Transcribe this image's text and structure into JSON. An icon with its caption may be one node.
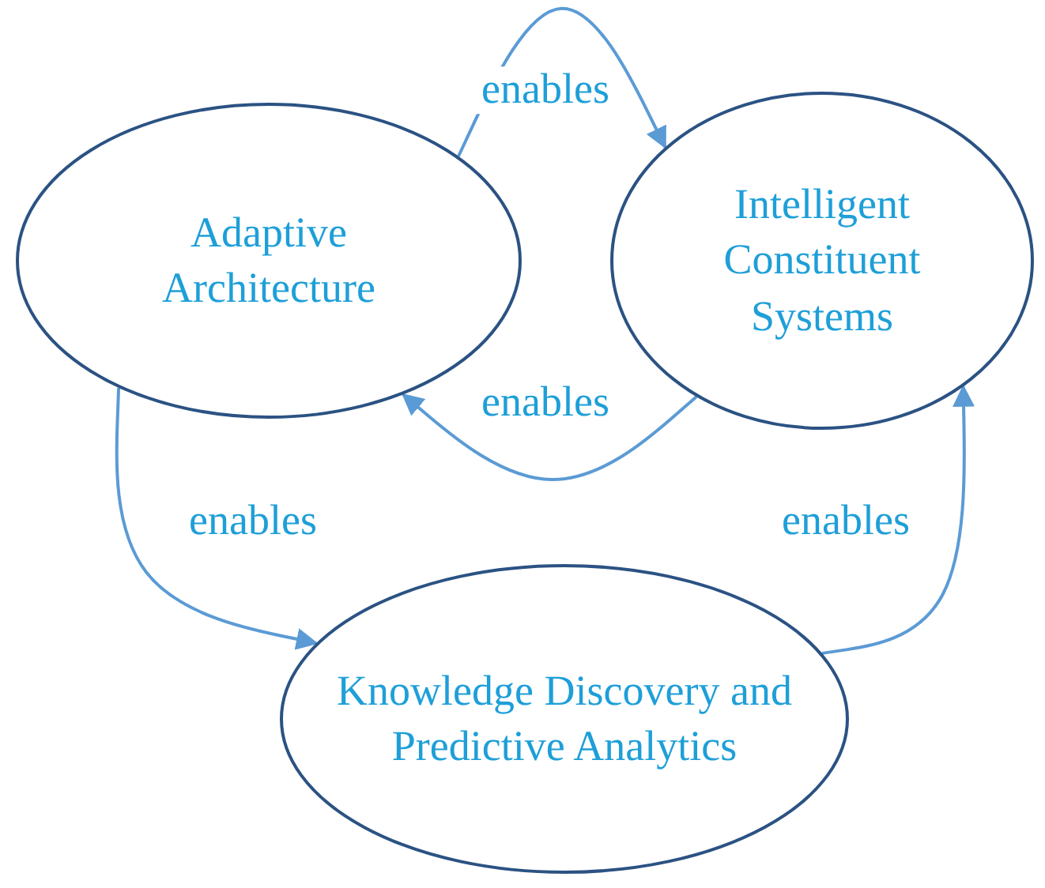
{
  "diagram": {
    "nodes": [
      {
        "text": [
          "Adaptive Architecture"
        ]
      },
      {
        "text": [
          "Intelligent Constituent Systems"
        ]
      },
      {
        "text": [
          "Knowledge Discovery and Predictive Analytics"
        ]
      }
    ],
    "edges": [
      {
        "from": 0,
        "to": 1,
        "arrow": "to",
        "label": "enables"
      },
      {
        "from": 1,
        "to": 0,
        "arrow": "to",
        "label": "enables"
      },
      {
        "from": 0,
        "to": 2,
        "arrow": "to",
        "label": "enables"
      },
      {
        "from": 2,
        "to": 1,
        "arrow": "to",
        "label": "enables"
      }
    ]
  }
}
